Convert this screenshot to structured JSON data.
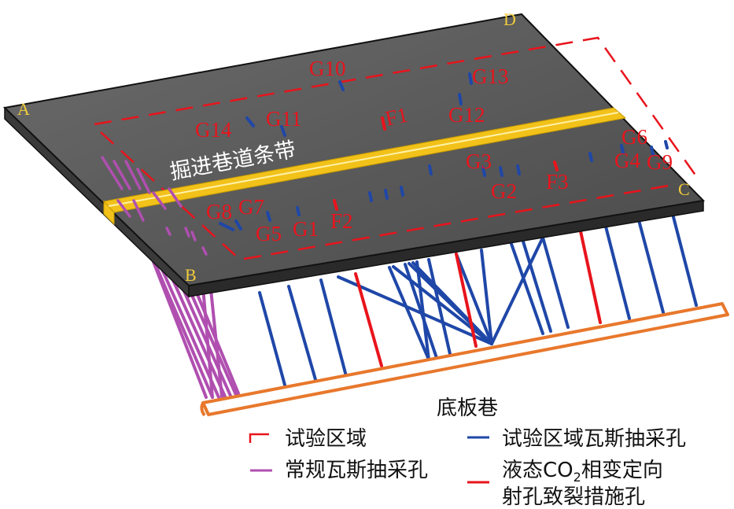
{
  "corners": {
    "A": "A",
    "B": "B",
    "C": "C",
    "D": "D"
  },
  "roadway_strip_label": "掘进巷道条带",
  "floor_roadway_label": "底板巷",
  "gas_holes": [
    "G1",
    "G2",
    "G3",
    "G4",
    "G5",
    "G6",
    "G7",
    "G8",
    "G9",
    "G10",
    "G11",
    "G12",
    "G13",
    "G14"
  ],
  "fracturing_holes": [
    "F1",
    "F2",
    "F3"
  ],
  "legend": {
    "test_area": "试验区域",
    "test_gas_hole": "试验区域瓦斯抽采孔",
    "regular_gas_hole": "常规瓦斯抽采孔",
    "co2_line1": "液态CO",
    "co2_sub": "2",
    "co2_line1_rest": "相变定向",
    "co2_line2": "射孔致裂措施孔"
  },
  "colors": {
    "slab_top": "#5a5a5a",
    "slab_edge": "#2a2a2a",
    "strip": "#f2c21a",
    "floor_roadway": "#e8782c",
    "test_area": "#e8141c",
    "test_hole": "#1f47a8",
    "regular_hole": "#b04fb0",
    "fracture_hole": "#e8141c"
  }
}
